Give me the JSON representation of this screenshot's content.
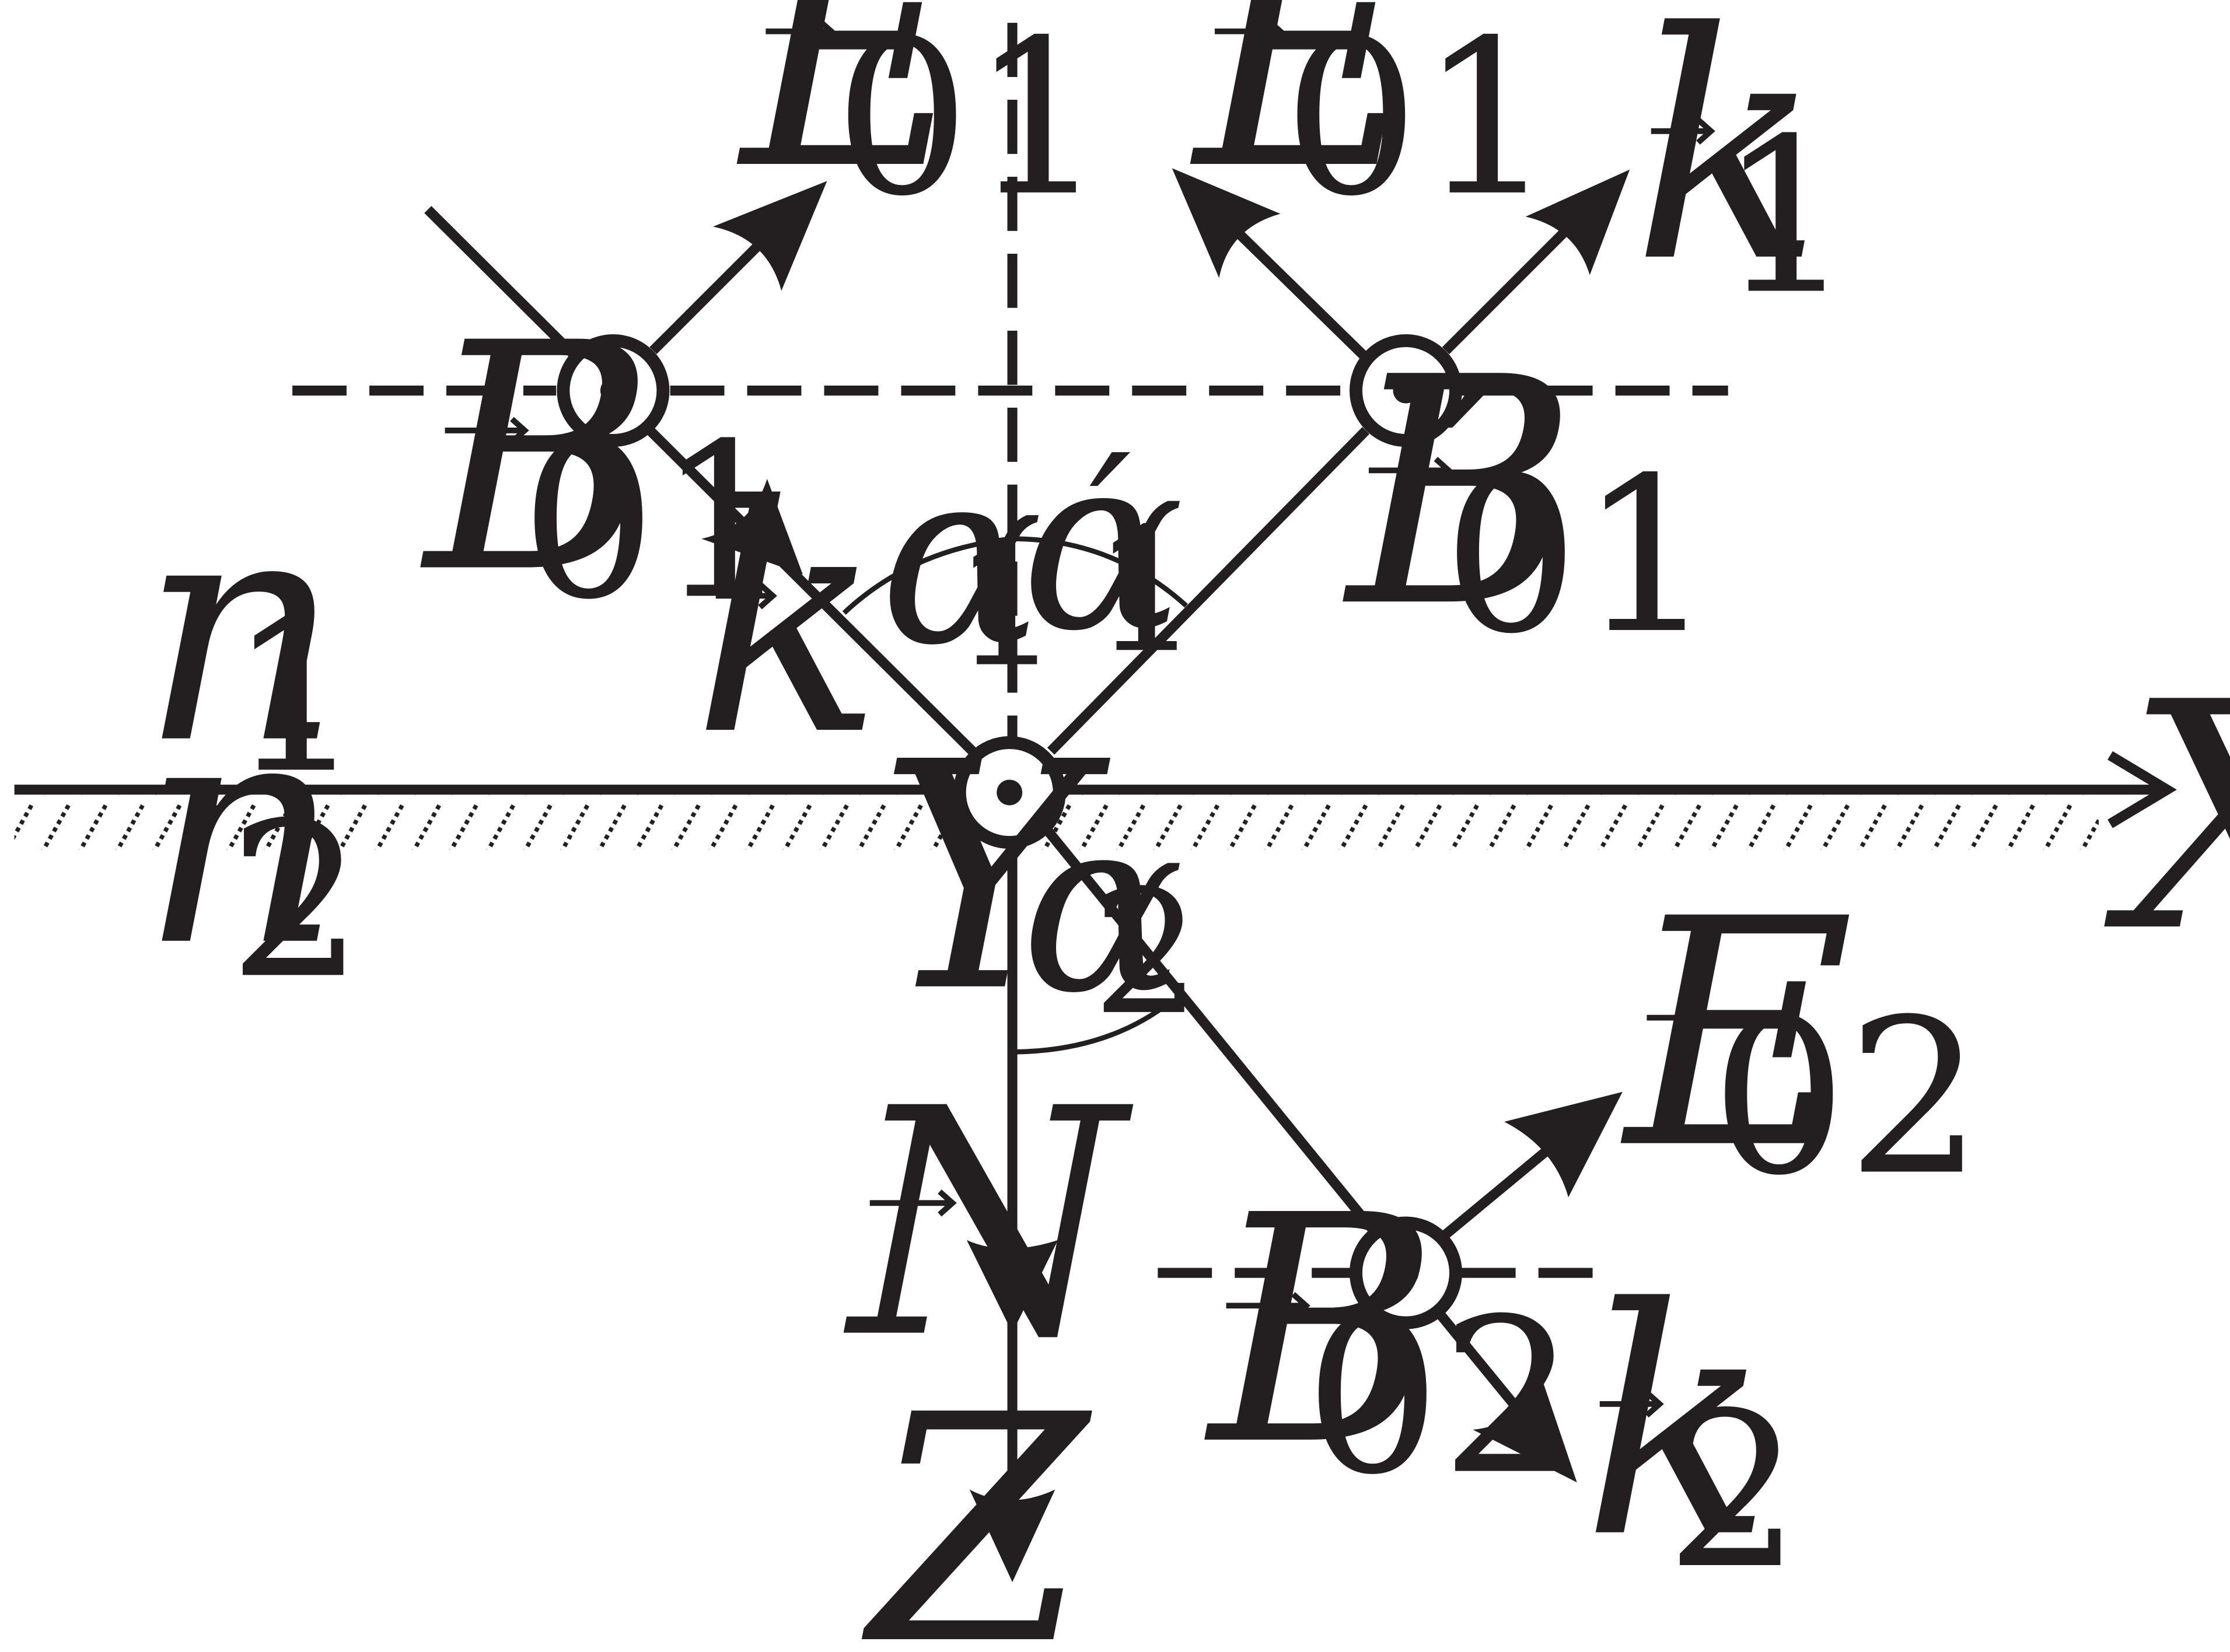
{
  "diagram": {
    "media": {
      "upper": "n",
      "upper_sub": "1",
      "lower": "n",
      "lower_sub": "2"
    },
    "axes": {
      "x": "X",
      "y": "Y",
      "z": "Z",
      "normal": "N"
    },
    "incident": {
      "k": "k",
      "E": "E",
      "E_sub": "01",
      "B": "B",
      "B_sub": "01"
    },
    "reflected": {
      "k": "k",
      "k_sub": "1",
      "E": "E",
      "E_prime": "′",
      "E_sub": "01",
      "B": "B",
      "B_prime": "′",
      "B_sub": "01"
    },
    "transmitted": {
      "k": "k",
      "k_sub": "2",
      "E": "E",
      "E_sub": "02",
      "B": "B",
      "B_sub": "02"
    },
    "angles": {
      "incidence": "α",
      "incidence_sub": "1",
      "reflection": "α",
      "reflection_prime": "′",
      "reflection_sub": "1",
      "refraction": "α",
      "refraction_sub": "2"
    },
    "color": "#231f20"
  }
}
